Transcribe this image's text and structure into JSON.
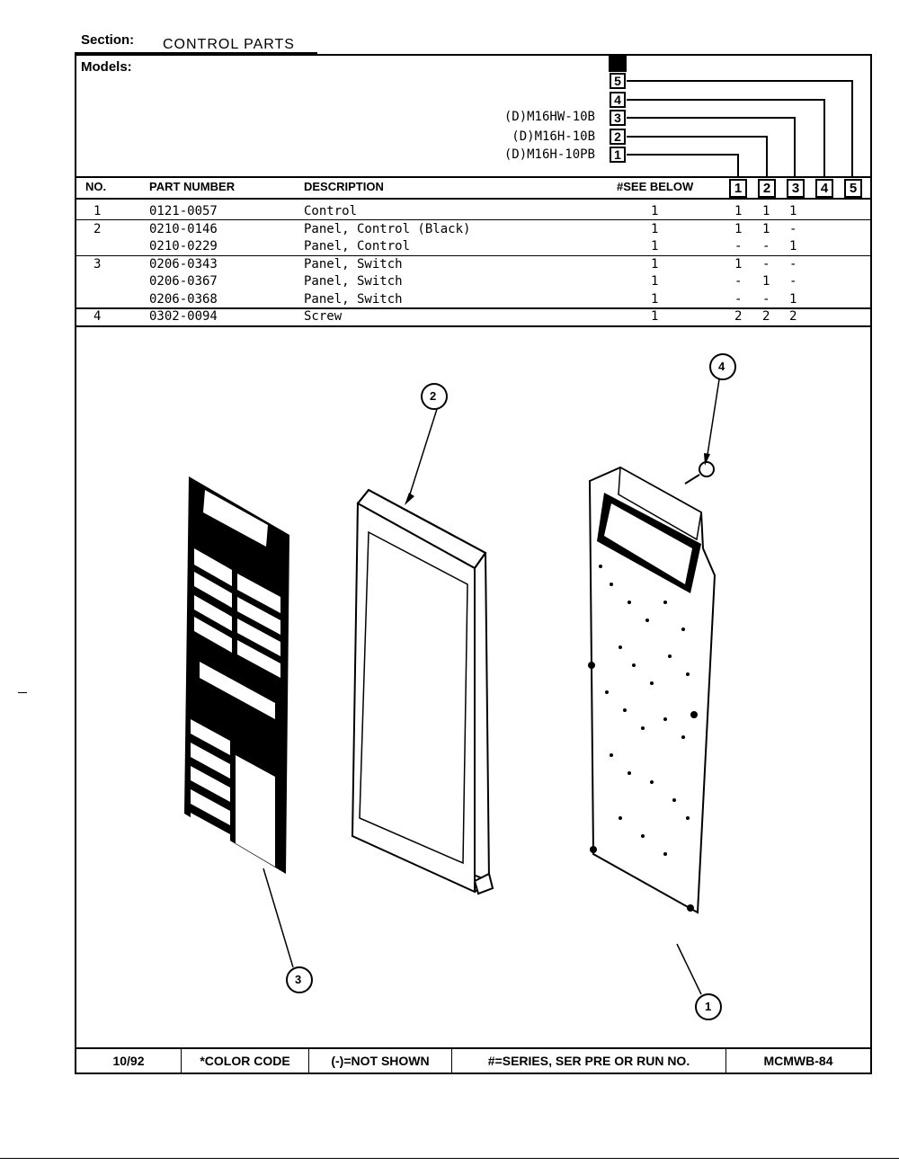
{
  "section": {
    "label": "Section:",
    "value": "CONTROL PARTS"
  },
  "models": {
    "label": "Models:",
    "list": [
      "(D)M16HW-10B",
      "(D)M16H-10B",
      "(D)M16H-10PB"
    ],
    "box_numbers": [
      "5",
      "4",
      "3",
      "2",
      "1"
    ]
  },
  "table": {
    "headers": {
      "no": "NO.",
      "part_number": "PART NUMBER",
      "description": "DESCRIPTION",
      "see_below": "#SEE BELOW"
    },
    "model_columns": [
      "1",
      "2",
      "3",
      "4",
      "5"
    ],
    "rows": [
      {
        "no": "1",
        "part": "0121-0057",
        "desc": "Control",
        "qty": "1",
        "m1": "1",
        "m2": "1",
        "m3": "1"
      },
      {
        "no": "2",
        "part": "0210-0146",
        "desc": "Panel, Control (Black)",
        "qty": "1",
        "m1": "1",
        "m2": "1",
        "m3": "-"
      },
      {
        "no": "",
        "part": "0210-0229",
        "desc": "Panel, Control",
        "qty": "1",
        "m1": "-",
        "m2": "-",
        "m3": "1"
      },
      {
        "no": "3",
        "part": "0206-0343",
        "desc": "Panel, Switch",
        "qty": "1",
        "m1": "1",
        "m2": "-",
        "m3": "-"
      },
      {
        "no": "",
        "part": "0206-0367",
        "desc": "Panel, Switch",
        "qty": "1",
        "m1": "-",
        "m2": "1",
        "m3": "-"
      },
      {
        "no": "",
        "part": "0206-0368",
        "desc": "Panel, Switch",
        "qty": "1",
        "m1": "-",
        "m2": "-",
        "m3": "1"
      },
      {
        "no": "4",
        "part": "0302-0094",
        "desc": "Screw",
        "qty": "1",
        "m1": "2",
        "m2": "2",
        "m3": "2"
      }
    ]
  },
  "callouts": [
    "1",
    "2",
    "3",
    "4"
  ],
  "footer": {
    "date": "10/92",
    "color_code": "*COLOR CODE",
    "not_shown": "(-)=NOT SHOWN",
    "series": "#=SERIES, SER PRE OR RUN NO.",
    "doc_id": "MCMWB-84"
  }
}
